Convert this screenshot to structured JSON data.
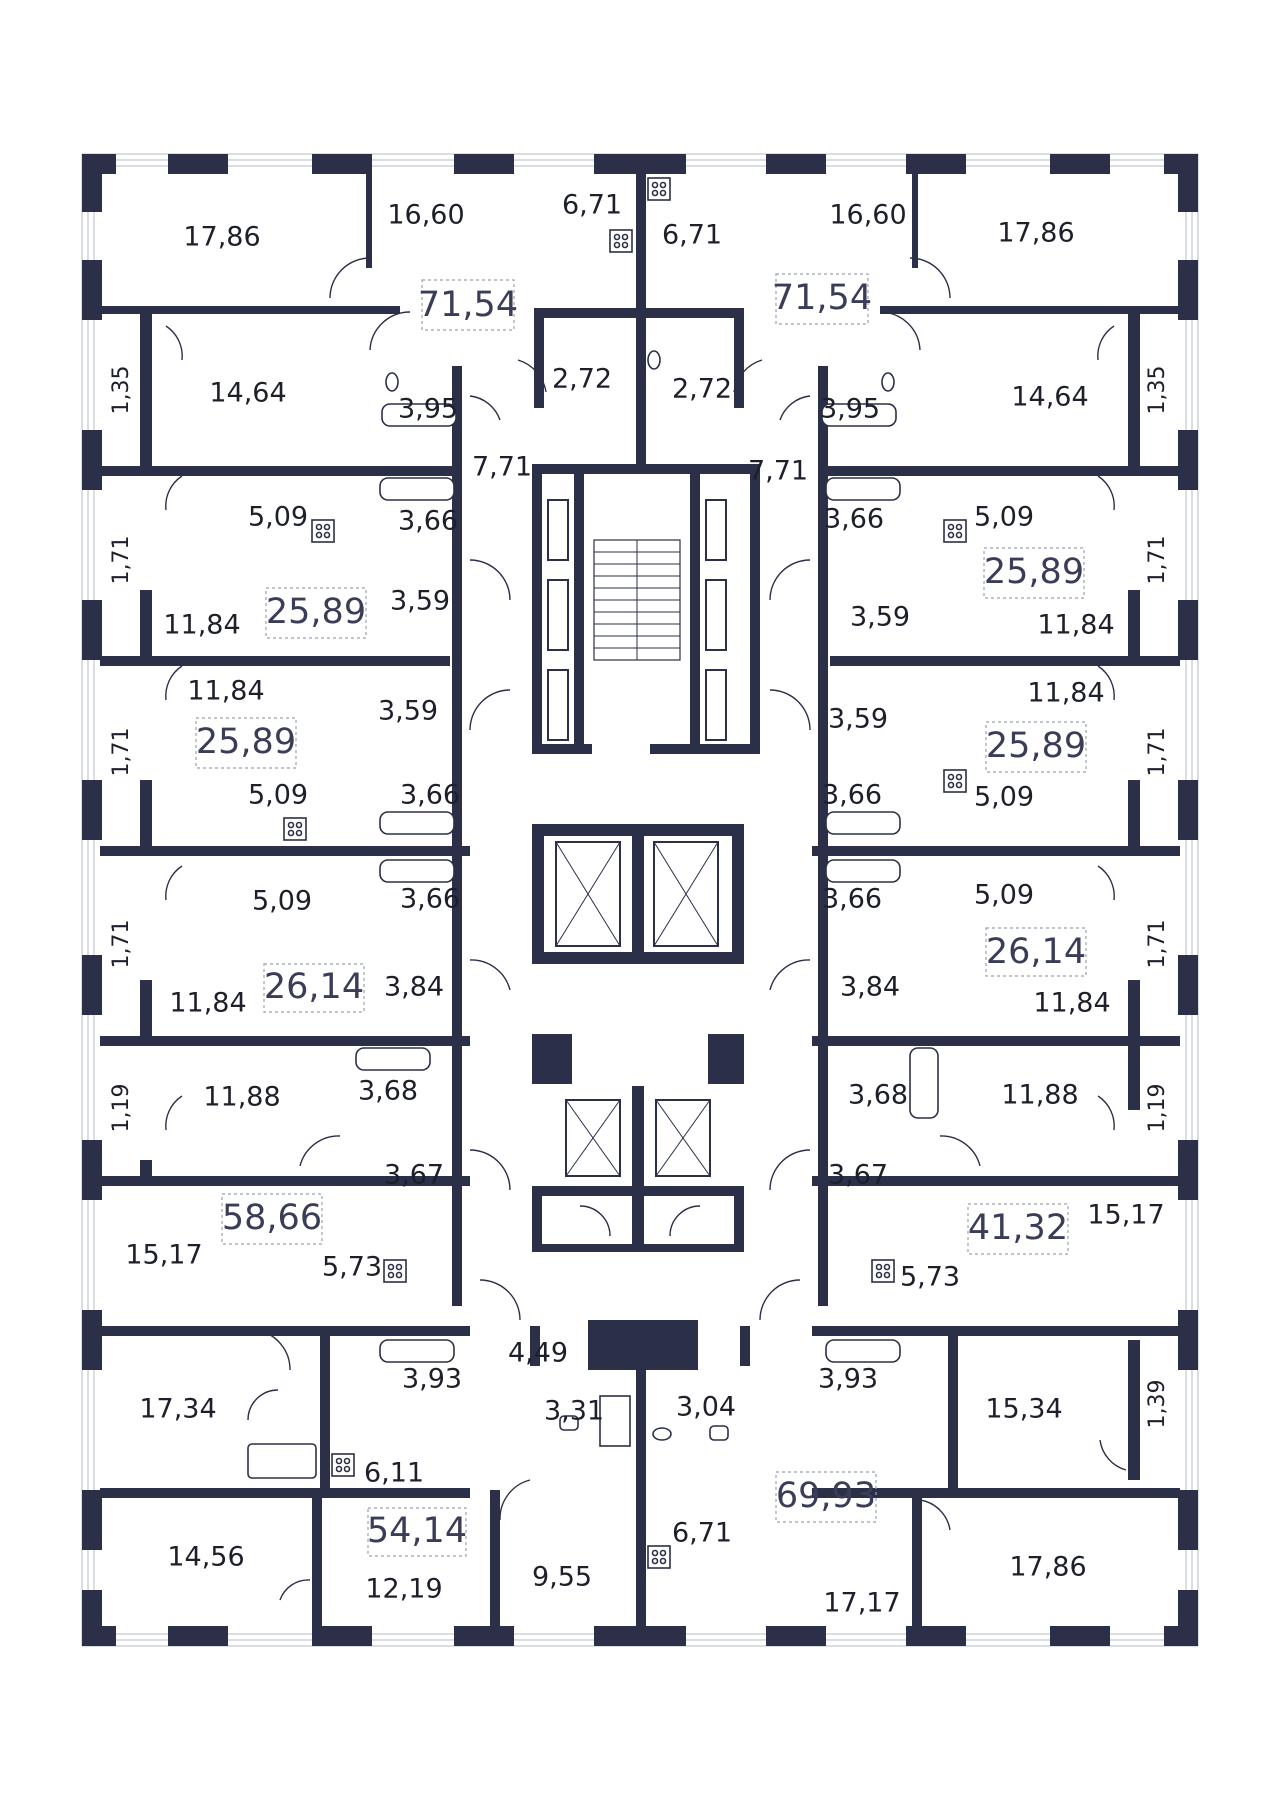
{
  "floor_plan": {
    "apartment_totals": [
      "71,54",
      "71,54",
      "25,89",
      "25,89",
      "25,89",
      "25,89",
      "26,14",
      "26,14",
      "58,66",
      "41,32",
      "54,14",
      "69,93"
    ],
    "room_areas": [
      "17,86",
      "16,60",
      "6,71",
      "6,71",
      "16,60",
      "17,86",
      "14,64",
      "3,95",
      "2,72",
      "2,72",
      "3,95",
      "14,64",
      "7,71",
      "7,71",
      "5,09",
      "3,66",
      "3,66",
      "5,09",
      "11,84",
      "3,59",
      "3,59",
      "11,84",
      "11,84",
      "3,59",
      "3,59",
      "11,84",
      "5,09",
      "3,66",
      "3,66",
      "5,09",
      "5,09",
      "3,66",
      "3,66",
      "5,09",
      "11,84",
      "3,84",
      "3,84",
      "11,84",
      "11,88",
      "3,68",
      "3,68",
      "11,88",
      "3,67",
      "3,67",
      "15,17",
      "15,17",
      "5,73",
      "5,73",
      "17,34",
      "3,93",
      "4,49",
      "3,93",
      "15,34",
      "3,31",
      "3,04",
      "6,11",
      "14,56",
      "12,19",
      "9,55",
      "6,71",
      "17,17",
      "17,86"
    ],
    "balcony_areas": [
      "1,35",
      "1,35",
      "1,71",
      "1,71",
      "1,71",
      "1,71",
      "1,71",
      "1,71",
      "1,19",
      "1,19",
      "1,39"
    ],
    "colors": {
      "wall": "#2c2f48",
      "text": "#1d1f2b",
      "total_text": "#3a3d58",
      "window": "#c2c8d2"
    },
    "icons": [
      "stove-icon",
      "toilet-icon",
      "bathtub-icon",
      "sink-icon",
      "shower-icon",
      "elevator-icon",
      "stair-icon"
    ]
  }
}
